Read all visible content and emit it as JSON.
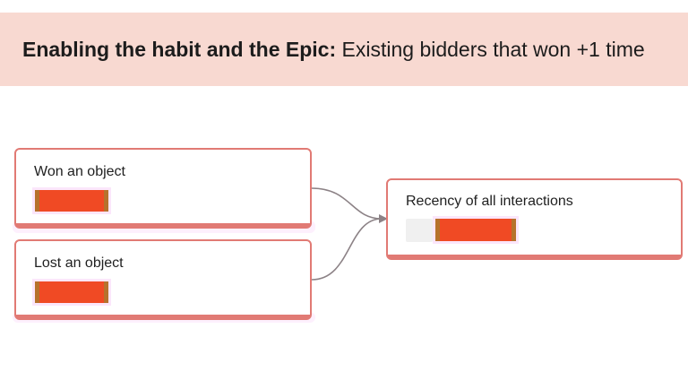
{
  "banner": {
    "title_bold": "Enabling the habit and the Epic:",
    "title_rest": " Existing bidders that won +1 time"
  },
  "nodes": [
    {
      "label": "Won an object"
    },
    {
      "label": "Lost an object"
    },
    {
      "label": "Recency of all interactions"
    }
  ],
  "colors": {
    "banner_bg": "#f8d9d1",
    "node_border": "#e17a74",
    "redaction_fill": "#f04a24",
    "redaction_edge": "#b6722c",
    "connector": "#8c8286"
  }
}
